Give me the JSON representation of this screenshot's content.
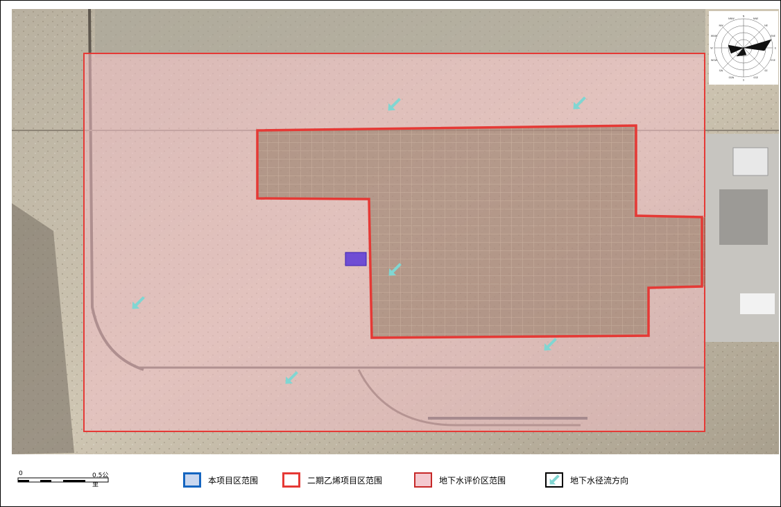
{
  "map": {
    "compass_directions": [
      "N",
      "NNE",
      "NE",
      "ENE",
      "E",
      "ESE",
      "SE",
      "SSE",
      "S",
      "SSW",
      "SW",
      "WSW",
      "W",
      "WNW",
      "NW",
      "NNW"
    ]
  },
  "scale_bar": {
    "zero_label": "0",
    "end_label": "0.5公里"
  },
  "legend": [
    {
      "label": "本项目区范围",
      "fill": "#c9d7ef",
      "border": "#1565c0"
    },
    {
      "label": "二期乙烯项目区范围",
      "fill": "#ffffff",
      "border": "#e53935"
    },
    {
      "label": "地下水评价区范围",
      "fill": "#f4c9cf",
      "border": "#c62828"
    },
    {
      "label": "地下水径流方向",
      "fill": "#ffffff",
      "border": "#000000",
      "arrow_color": "#7fd3d0"
    }
  ],
  "colors": {
    "project_area": "#5a38d8",
    "phase2_boundary": "#e53935",
    "evaluation_area": "#e8a3a8",
    "flow_arrow": "#80d6d2"
  }
}
